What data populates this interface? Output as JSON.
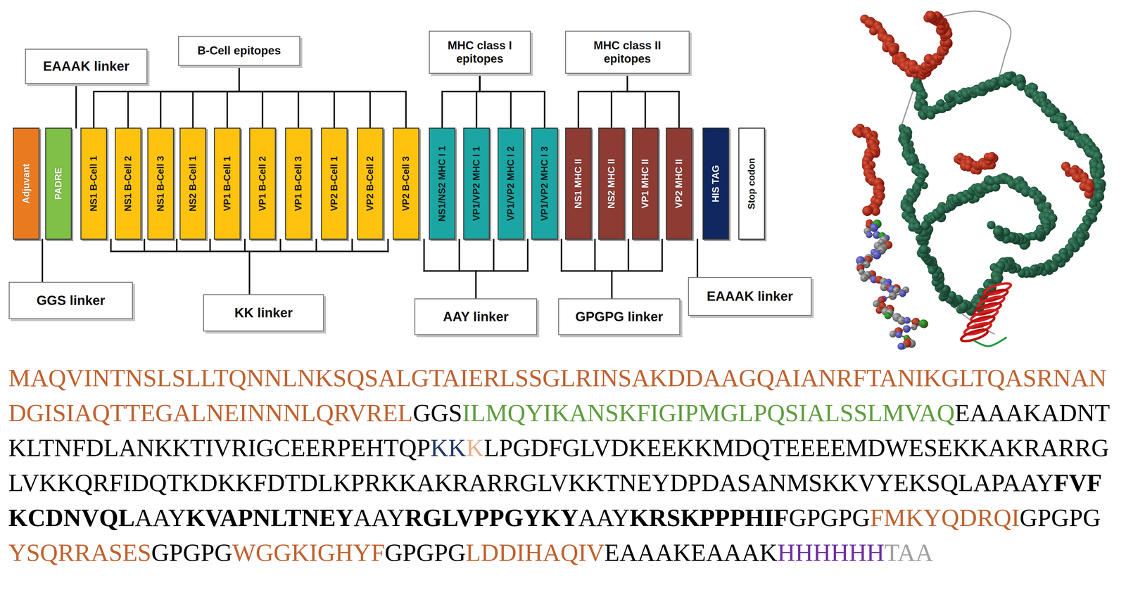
{
  "diagram": {
    "nodes": [
      {
        "text": [
          "EAAAK linker"
        ]
      },
      {
        "text": [
          "B-Cell epitopes"
        ]
      },
      {
        "text": [
          "MHC class I epitopes"
        ]
      },
      {
        "text": [
          "MHC class II epitopes"
        ]
      },
      {
        "text": [
          "Adjuvant"
        ]
      },
      {
        "text": [
          "PADRE"
        ]
      },
      {
        "text": [
          "NS1 B-Cell 1"
        ]
      },
      {
        "text": [
          "NS1 B-Cell 2"
        ]
      },
      {
        "text": [
          "NS1 B-Cell 3"
        ]
      },
      {
        "text": [
          "NS2 B-Cell 1"
        ]
      },
      {
        "text": [
          "VP1 B-Cell 1"
        ]
      },
      {
        "text": [
          "VP1 B-Cell 2"
        ]
      },
      {
        "text": [
          "VP1 B-Cell 3"
        ]
      },
      {
        "text": [
          "VP2 B-Cell 1"
        ]
      },
      {
        "text": [
          "VP2 B-Cell 2"
        ]
      },
      {
        "text": [
          "VP2 B-Cell 3"
        ]
      },
      {
        "text": [
          "NS1/NS2 MHC I 1"
        ]
      },
      {
        "text": [
          "VP1/VP2 MHC I 1"
        ]
      },
      {
        "text": [
          "VP1/VP2 MHC I 2"
        ]
      },
      {
        "text": [
          "VP1/VP2 MHC I 3"
        ]
      },
      {
        "text": [
          "NS1 MHC II"
        ]
      },
      {
        "text": [
          "NS2 MHC II"
        ]
      },
      {
        "text": [
          "VP1 MHC II"
        ]
      },
      {
        "text": [
          "VP2 MHC II"
        ]
      },
      {
        "text": [
          "HIS TAG"
        ]
      },
      {
        "text": [
          "Stop codon"
        ]
      },
      {
        "text": [
          "GGS linker"
        ]
      },
      {
        "text": [
          "KK linker"
        ]
      },
      {
        "text": [
          "AAY linker"
        ]
      },
      {
        "text": [
          "GPGPG linker"
        ]
      },
      {
        "text": [
          "EAAAK linker"
        ]
      }
    ],
    "edges": [
      {
        "from": 1,
        "to": 6,
        "arrow": "none"
      },
      {
        "from": 1,
        "to": 7,
        "arrow": "none"
      },
      {
        "from": 1,
        "to": 8,
        "arrow": "none"
      },
      {
        "from": 1,
        "to": 9,
        "arrow": "none"
      },
      {
        "from": 1,
        "to": 10,
        "arrow": "none"
      },
      {
        "from": 1,
        "to": 11,
        "arrow": "none"
      },
      {
        "from": 1,
        "to": 12,
        "arrow": "none"
      },
      {
        "from": 1,
        "to": 13,
        "arrow": "none"
      },
      {
        "from": 1,
        "to": 14,
        "arrow": "none"
      },
      {
        "from": 1,
        "to": 15,
        "arrow": "none"
      },
      {
        "from": 2,
        "to": 16,
        "arrow": "none"
      },
      {
        "from": 2,
        "to": 17,
        "arrow": "none"
      },
      {
        "from": 2,
        "to": 18,
        "arrow": "none"
      },
      {
        "from": 2,
        "to": 19,
        "arrow": "none"
      },
      {
        "from": 3,
        "to": 20,
        "arrow": "none"
      },
      {
        "from": 3,
        "to": 21,
        "arrow": "none"
      },
      {
        "from": 3,
        "to": 22,
        "arrow": "none"
      },
      {
        "from": 3,
        "to": 23,
        "arrow": "none"
      }
    ],
    "labels": [
      "MAQVINTNSLSLLTQNNLNKSQSALGTAIERLSSGLRINSAKDDAAGQAIANRFTANIKGLTQASRNANDGISIAQTTEGALNEINNNLQRVREL",
      "GGS",
      "ILMQYIKANSKFIGIPMGLPQSIALSSLMVAQ",
      "EAAAKADNTKLTNFDLANKKTIVRIGCEERPEHTQP",
      "KK",
      "K",
      "LPGDFGLVDKEEKKMDQTEEEEMDWESEKKAKRARRGLVKKQRFIDQTKDKKFDTDLKPRKKAKRARRGLVKKTNEYDPDASANMSKKVYEKSQLAPAAY",
      "FVFKCDNVQL",
      "AAY",
      "KVAPNLTNEY",
      "AAY",
      "RGLVPPGYKY",
      "AAY",
      "KRSKPPPHIF",
      "GPGPG",
      "FMKYQDRQI",
      "GPGPG",
      "YSQRRASES",
      "GPGPG",
      "WGGKIGHYF",
      "GPGPG",
      "LDDIHAQIV",
      "EAAAKEAAAK",
      "HHHHHH",
      "TAA"
    ]
  }
}
